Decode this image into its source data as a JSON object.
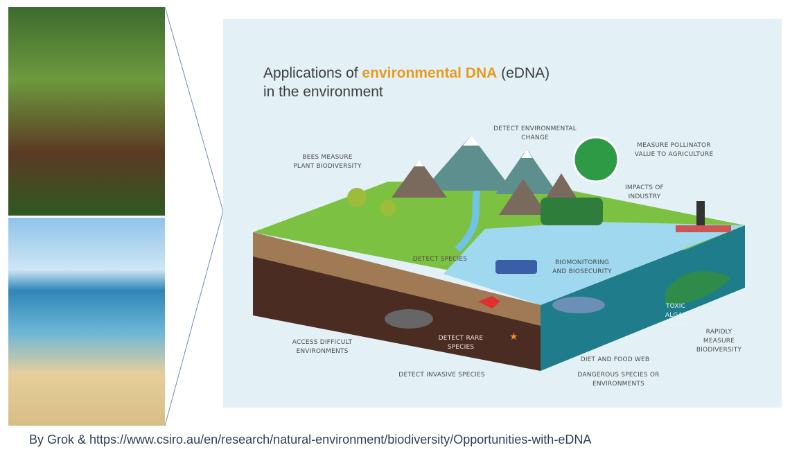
{
  "title": {
    "prefix": "Applications of ",
    "highlight": "environmental DNA",
    "suffix": " (eDNA)",
    "line2": "in the environment"
  },
  "labels": {
    "env_change": "DETECT ENVIRONMENTAL CHANGE",
    "pollinator": "MEASURE POLLINATOR VALUE TO AGRICULTURE",
    "bees": "BEES MEASURE PLANT BIODIVERSITY",
    "industry": "IMPACTS OF INDUSTRY",
    "detect_species": "DETECT SPECIES",
    "biomonitoring": "BIOMONITORING AND BIOSECURITY",
    "toxic": "TOXIC ALGAL BLOOMS",
    "rapid": "RAPIDLY MEASURE BIODIVERSITY",
    "access": "ACCESS DIFFICULT ENVIRONMENTS",
    "rare": "DETECT RARE SPECIES",
    "diet": "DIET AND FOOD WEB",
    "invasive": "DETECT INVASIVE SPECIES",
    "dangerous": "DANGEROUS SPECIES OR ENVIRONMENTS"
  },
  "caption": "By Grok & https://www.csiro.au/en/research/natural-environment/biodiversity/Opportunities-with-eDNA",
  "colors": {
    "accent": "#e89a1d",
    "panel": "#e3f1f7",
    "grass": "#7cc142",
    "water": "#1f7c8a",
    "soil": "#4a2c22"
  }
}
